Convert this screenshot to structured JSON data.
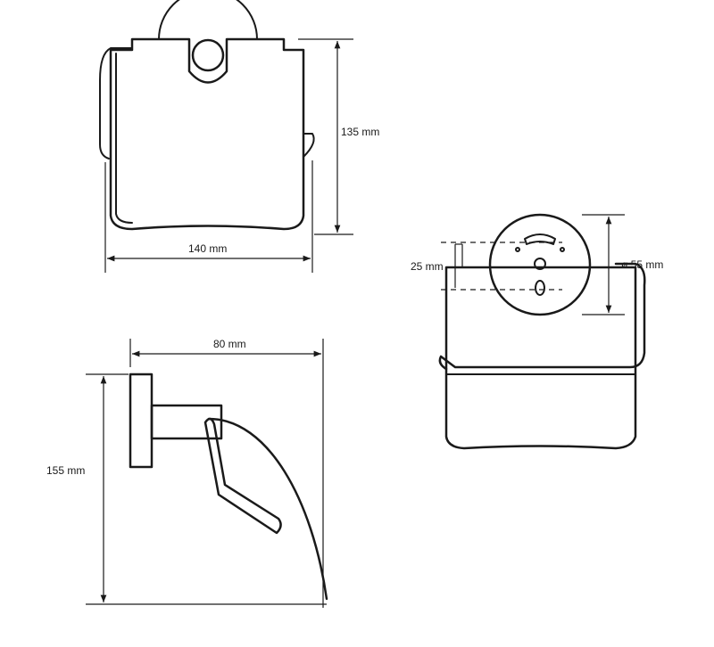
{
  "dimensions": {
    "front_width": "140 mm",
    "front_height": "135 mm",
    "side_depth": "80 mm",
    "side_height": "155 mm",
    "screw_spacing": "25 mm",
    "rosette_diameter": "ø 55 mm"
  }
}
